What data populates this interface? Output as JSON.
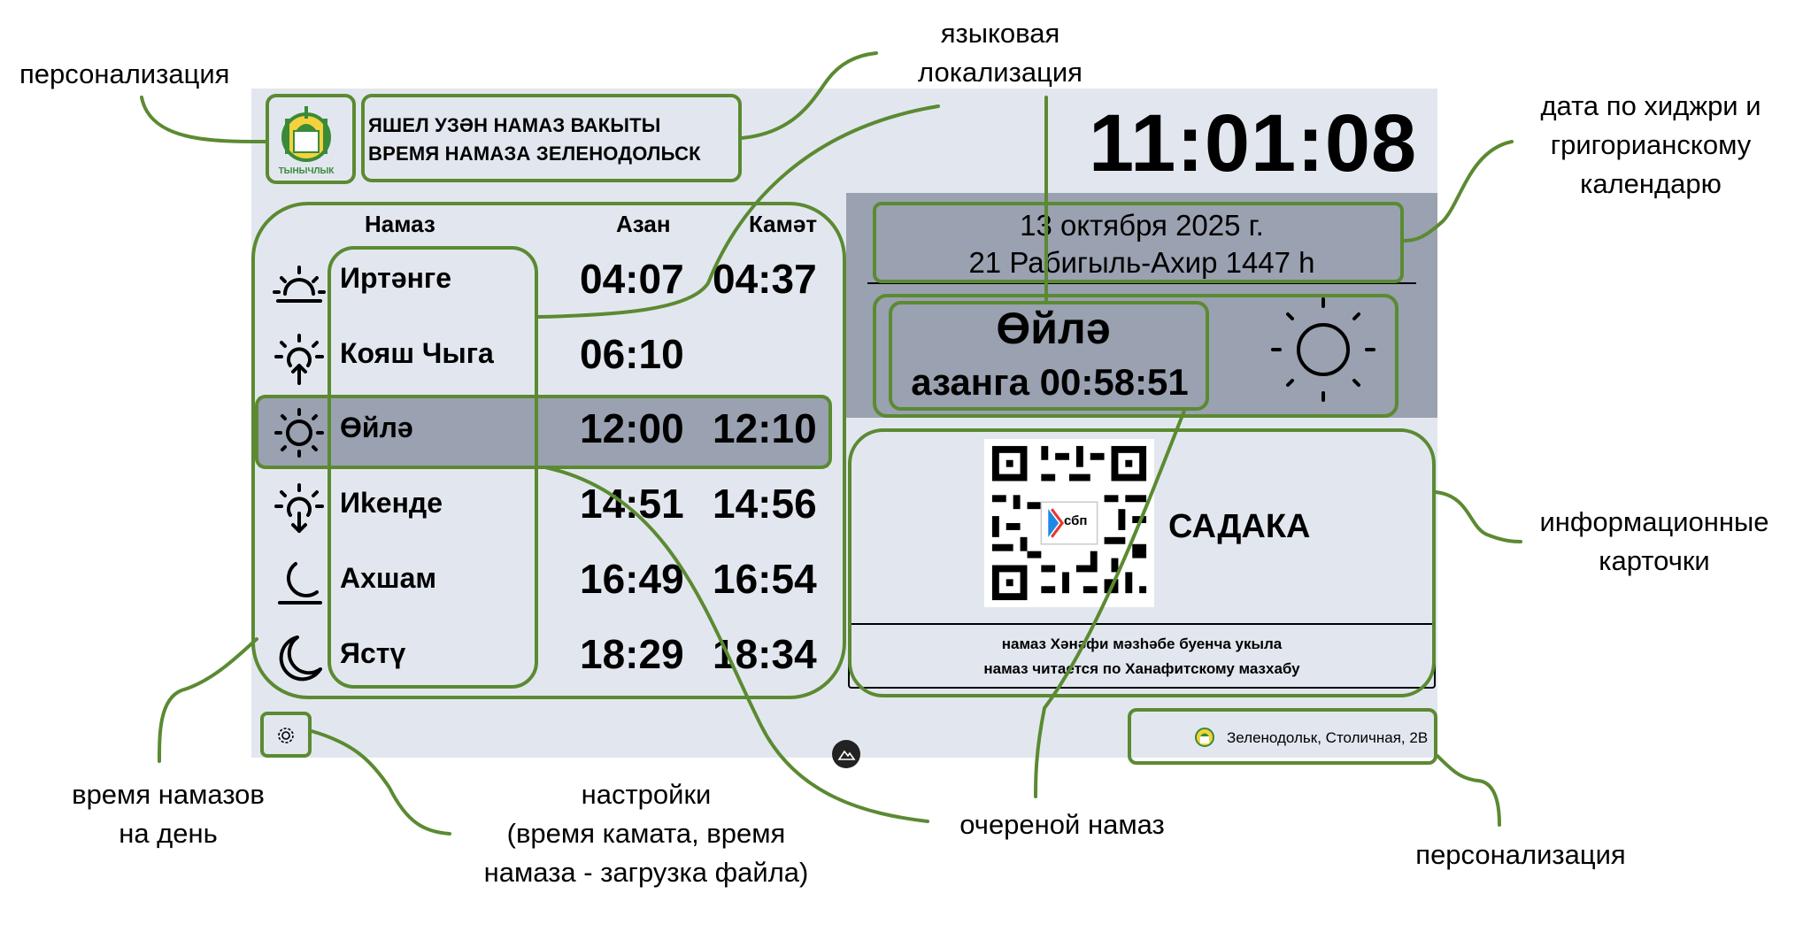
{
  "header": {
    "title_line1": "ЯШЕЛ УЗӘН НАМАЗ ВАКЫТЫ",
    "title_line2": "ВРЕМЯ НАМАЗА ЗЕЛЕНОДОЛЬСК",
    "logo_caption": "ТЫНЫЧЛЫК",
    "clock": "11:01:08"
  },
  "dates": {
    "gregorian": "13 октября 2025 г.",
    "hijri": "21 Рабигыль-Ахир 1447 h"
  },
  "next_prayer": {
    "name": "Өйлә",
    "countdown": "азанга 00:58:51",
    "icon": "sun-icon"
  },
  "table": {
    "col_namaz": "Намаз",
    "col_azan": "Азан",
    "col_kamat": "Камәт",
    "rows": [
      {
        "name": "Иртәнге",
        "azan": "04:07",
        "kamat": "04:37",
        "icon": "sunrise-horizon-icon"
      },
      {
        "name": "Кояш Чыга",
        "azan": "06:10",
        "kamat": "",
        "icon": "sun-up-icon"
      },
      {
        "name": "Өйлә",
        "azan": "12:00",
        "kamat": "12:10",
        "icon": "sun-icon",
        "active": true
      },
      {
        "name": "Иkенде",
        "azan": "14:51",
        "kamat": "14:56",
        "icon": "sun-down-icon"
      },
      {
        "name": "Ахшам",
        "azan": "16:49",
        "kamat": "16:54",
        "icon": "moon-horizon-icon"
      },
      {
        "name": "Ястү",
        "azan": "18:29",
        "kamat": "18:34",
        "icon": "moon-icon"
      }
    ]
  },
  "card": {
    "qr_badge": "сбп",
    "title": "САДАКА",
    "note_line1": "намаз Хәнәфи мәзһәбе буенча укыла",
    "note_line2": "намаз читается по Ханафитскому мазхабу"
  },
  "footer": {
    "address": "Зеленодольк, Столичная, 2В"
  },
  "annotations": {
    "personalization_top": "персонализация",
    "localization_1": "языковая",
    "localization_2": "локализация",
    "dates_1": "дата по хиджри и",
    "dates_2": "григорианскому",
    "dates_3": "календарю",
    "cards_1": "информационные",
    "cards_2": "карточки",
    "day_times_1": "время намазов",
    "day_times_2": "на день",
    "settings_1": "настройки",
    "settings_2": "(время камата, время",
    "settings_3": "намаза - загрузка файла)",
    "next_prayer": "очереной намаз",
    "personalization_bottom": "персонализация"
  },
  "colors": {
    "outline": "#5b8a32",
    "panel": "#e2e7ef",
    "grey": "#9aa1b0"
  }
}
